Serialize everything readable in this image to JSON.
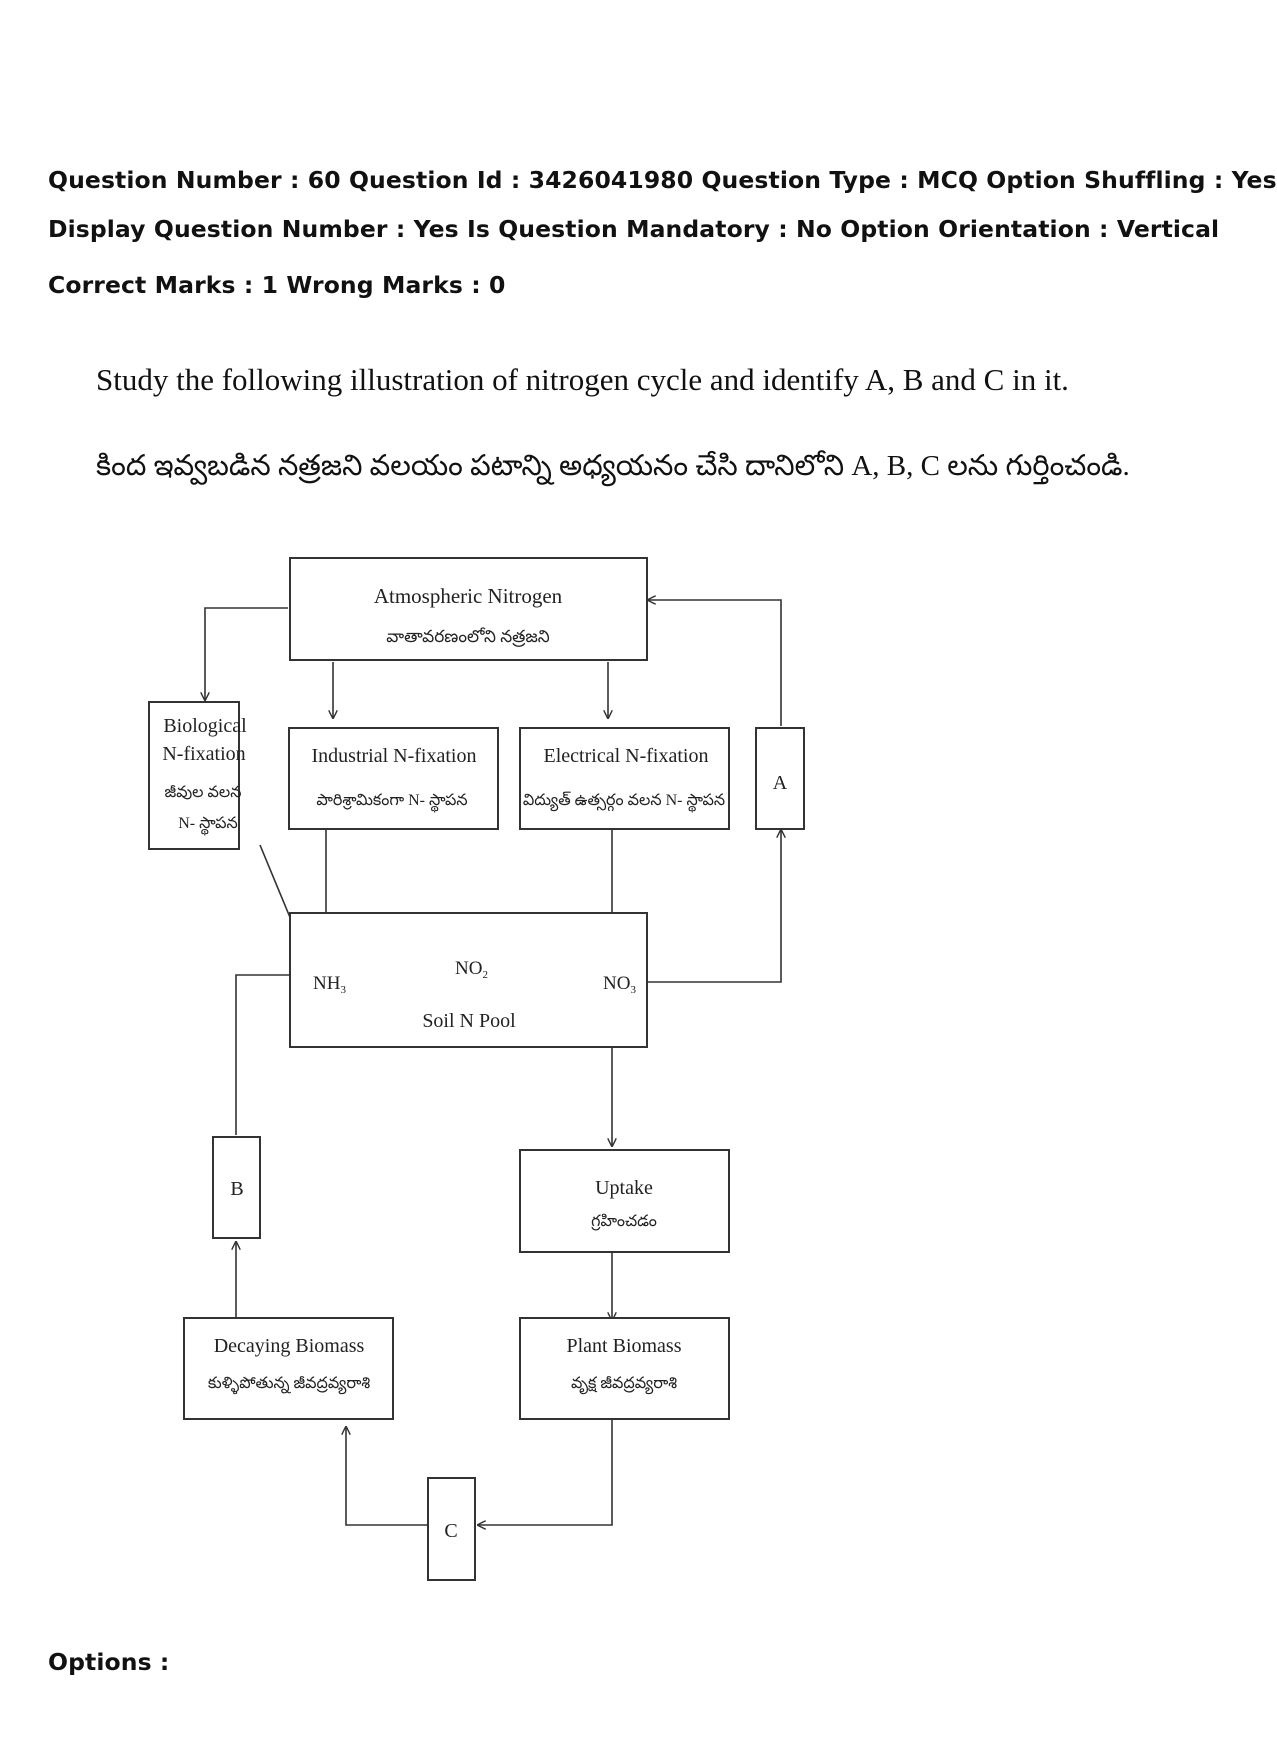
{
  "header": {
    "line1": "Question Number : 60 Question Id : 3426041980 Question Type : MCQ Option Shuffling : Yes",
    "line2": "Display Question Number : Yes Is Question Mandatory : No Option Orientation : Vertical",
    "line3": "Correct Marks : 1 Wrong Marks : 0"
  },
  "question": {
    "english": "Study the following illustration of nitrogen cycle and identify A, B and C in it.",
    "telugu": "కింద ఇవ్వబడిన నత్రజని వలయం పటాన్ని అధ్యయనం చేసి దానిలోని A, B, C లను గుర్తించండి."
  },
  "diagram": {
    "atmospheric_en": "Atmospheric Nitrogen",
    "atmospheric_te": "వాతావరణంలోని నత్రజని",
    "biological_l1": "Biological",
    "biological_l2": "N-fixation",
    "biological_te1": "జీవుల వలన",
    "biological_te2": "N- స్థాపన",
    "industrial_en": "Industrial N-fixation",
    "industrial_te": "పారిశ్రామికంగా N- స్థాపన",
    "electrical_en": "Electrical N-fixation",
    "electrical_te": "విద్యుత్ ఉత్సర్గం వలన N- స్థాపన",
    "label_a": "A",
    "label_b": "B",
    "label_c": "C",
    "nh3": "NH",
    "nh3_sub": "3",
    "no2": "NO",
    "no2_sub": "2",
    "no3": "NO",
    "no3_sub": "3",
    "soil_pool": "Soil N Pool",
    "uptake_en": "Uptake",
    "uptake_te": "గ్రహించడం",
    "plant_en": "Plant Biomass",
    "plant_te": "వృక్ష జీవద్రవ్యరాశి",
    "decaying_en": "Decaying Biomass",
    "decaying_te": "కుళ్ళిపోతున్న జీవద్రవ్యరాశి"
  },
  "footer": {
    "options_label": "Options :"
  }
}
